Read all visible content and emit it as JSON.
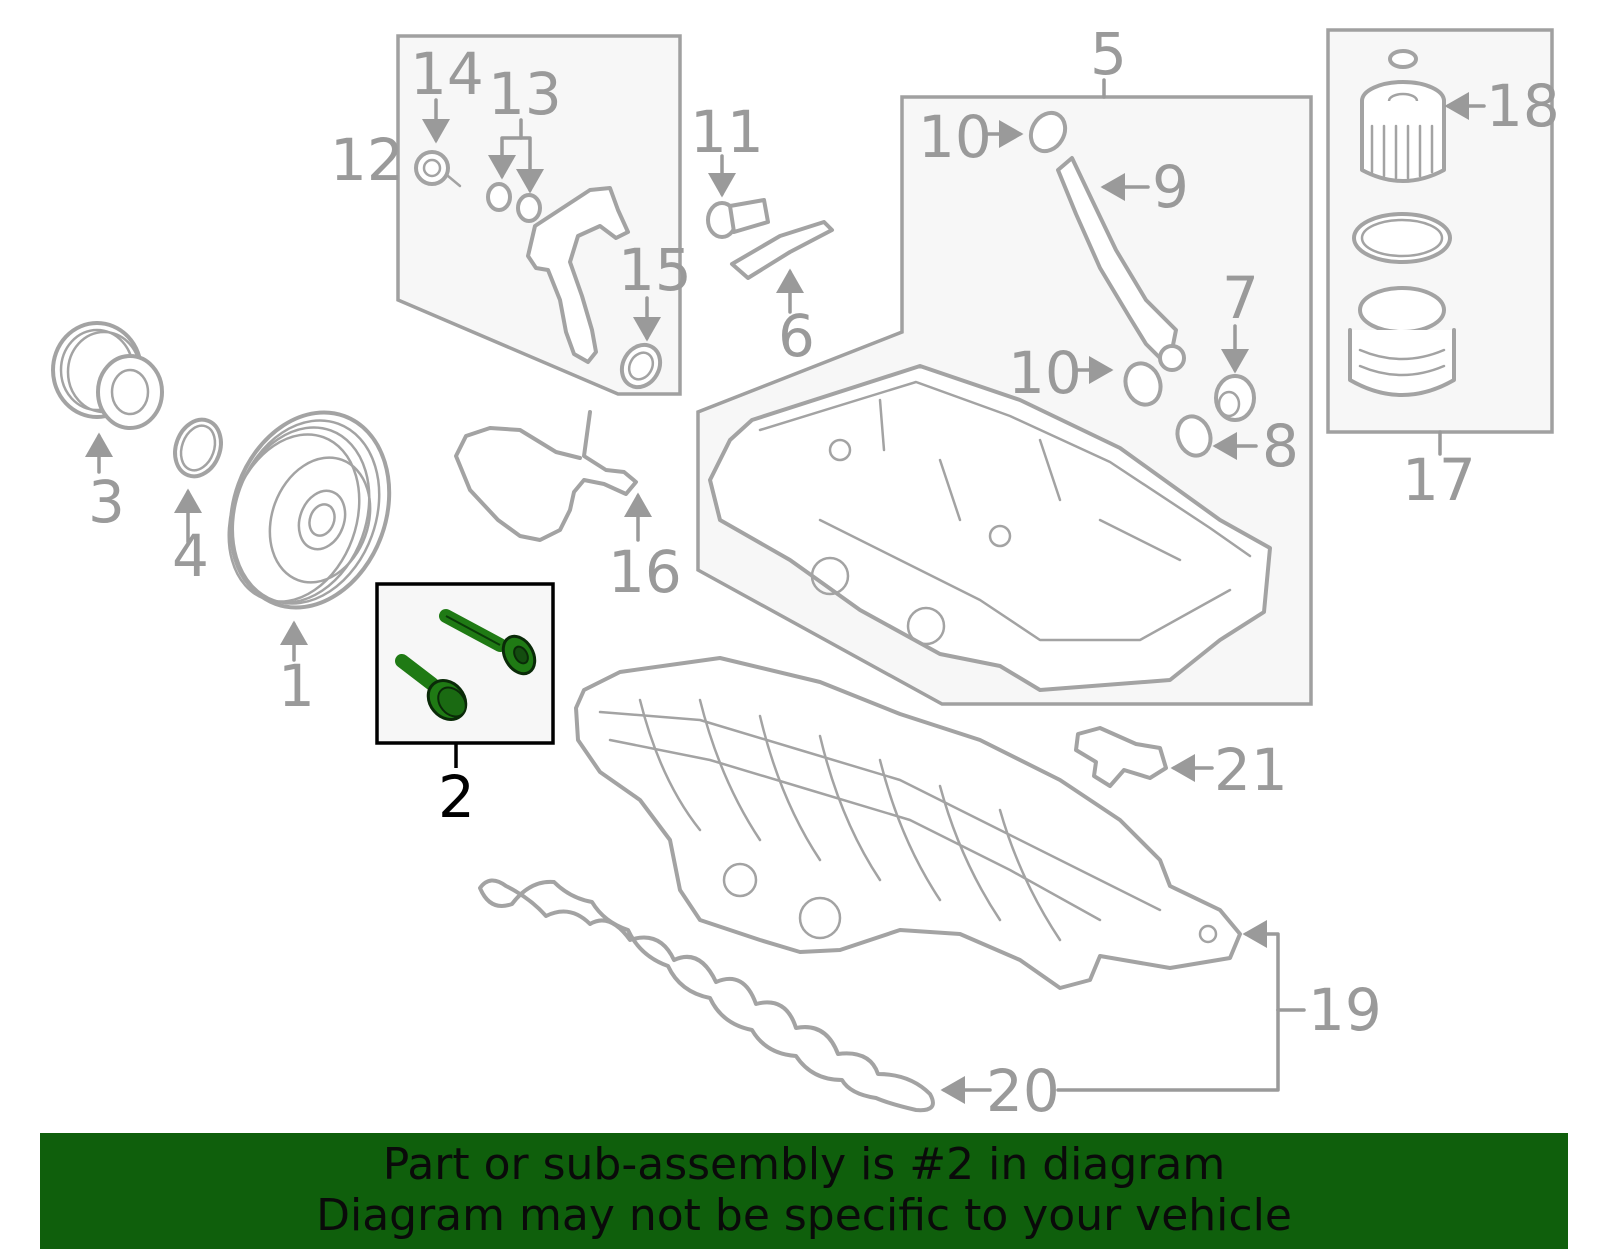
{
  "diagram": {
    "selected_part": "2",
    "callouts": {
      "c1": "1",
      "c2": "2",
      "c3": "3",
      "c4": "4",
      "c5": "5",
      "c6": "6",
      "c7": "7",
      "c8": "8",
      "c9": "9",
      "c10a": "10",
      "c10b": "10",
      "c11": "11",
      "c12": "12",
      "c13": "13",
      "c14": "14",
      "c15": "15",
      "c16": "16",
      "c17": "17",
      "c18": "18",
      "c19": "19",
      "c20": "20",
      "c21": "21"
    },
    "colors": {
      "highlight": "#1f7a14",
      "line": "#9a9a9a",
      "banner": "#0f5f0c"
    }
  },
  "banner": {
    "line1": "Part or sub-assembly is #2 in diagram",
    "line2": "Diagram may not be specific to your vehicle"
  }
}
